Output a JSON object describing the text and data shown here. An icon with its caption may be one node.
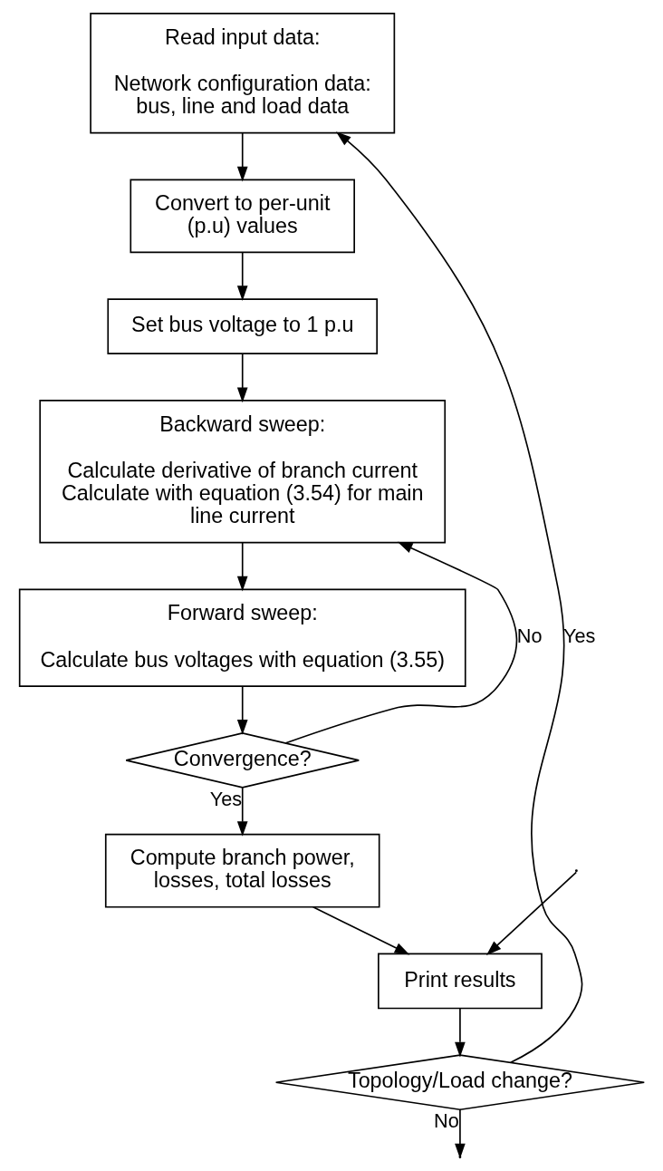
{
  "diagram": {
    "nodes": [
      {
        "text": [
          "Read input data:",
          "Network configuration data: bus, line and load data"
        ]
      },
      {
        "text": [
          "Convert to per-unit (p.u) values"
        ]
      },
      {
        "text": [
          "Set bus voltage to 1 p.u"
        ]
      },
      {
        "text": [
          "Backward sweep:",
          "Calculate derivative of branch current Calculate with equation (3.54) for main line current"
        ]
      },
      {
        "text": [
          "Forward sweep:",
          "Calculate bus voltages with equation (3.55)"
        ]
      },
      {
        "text": [
          "Convergence?"
        ]
      },
      {
        "text": [
          "Compute branch power, losses, total losses"
        ]
      },
      {
        "text": [
          "Print results"
        ]
      },
      {
        "text": [
          "Topology/Load change?"
        ]
      }
    ],
    "edges": [
      {
        "from": 0,
        "to": 1,
        "arrow": "to"
      },
      {
        "from": 1,
        "to": 2,
        "arrow": "to"
      },
      {
        "from": 2,
        "to": 3,
        "arrow": "to"
      },
      {
        "from": 3,
        "to": 4,
        "arrow": "to"
      },
      {
        "from": 4,
        "to": 5,
        "arrow": "to"
      },
      {
        "from": 5,
        "to": 3,
        "arrow": "to",
        "label": "No"
      },
      {
        "from": 5,
        "to": 6,
        "arrow": "to",
        "label": "Yes"
      },
      {
        "from": 6,
        "to": 7,
        "arrow": "to"
      },
      {
        "from": 7,
        "to": 8,
        "arrow": "to"
      },
      {
        "from": 8,
        "to": 0,
        "arrow": "to",
        "label": "Yes"
      },
      {
        "from": 8,
        "to": null,
        "arrow": "to",
        "label": "No"
      },
      {
        "from": null,
        "to": 7,
        "arrow": "to"
      }
    ]
  }
}
